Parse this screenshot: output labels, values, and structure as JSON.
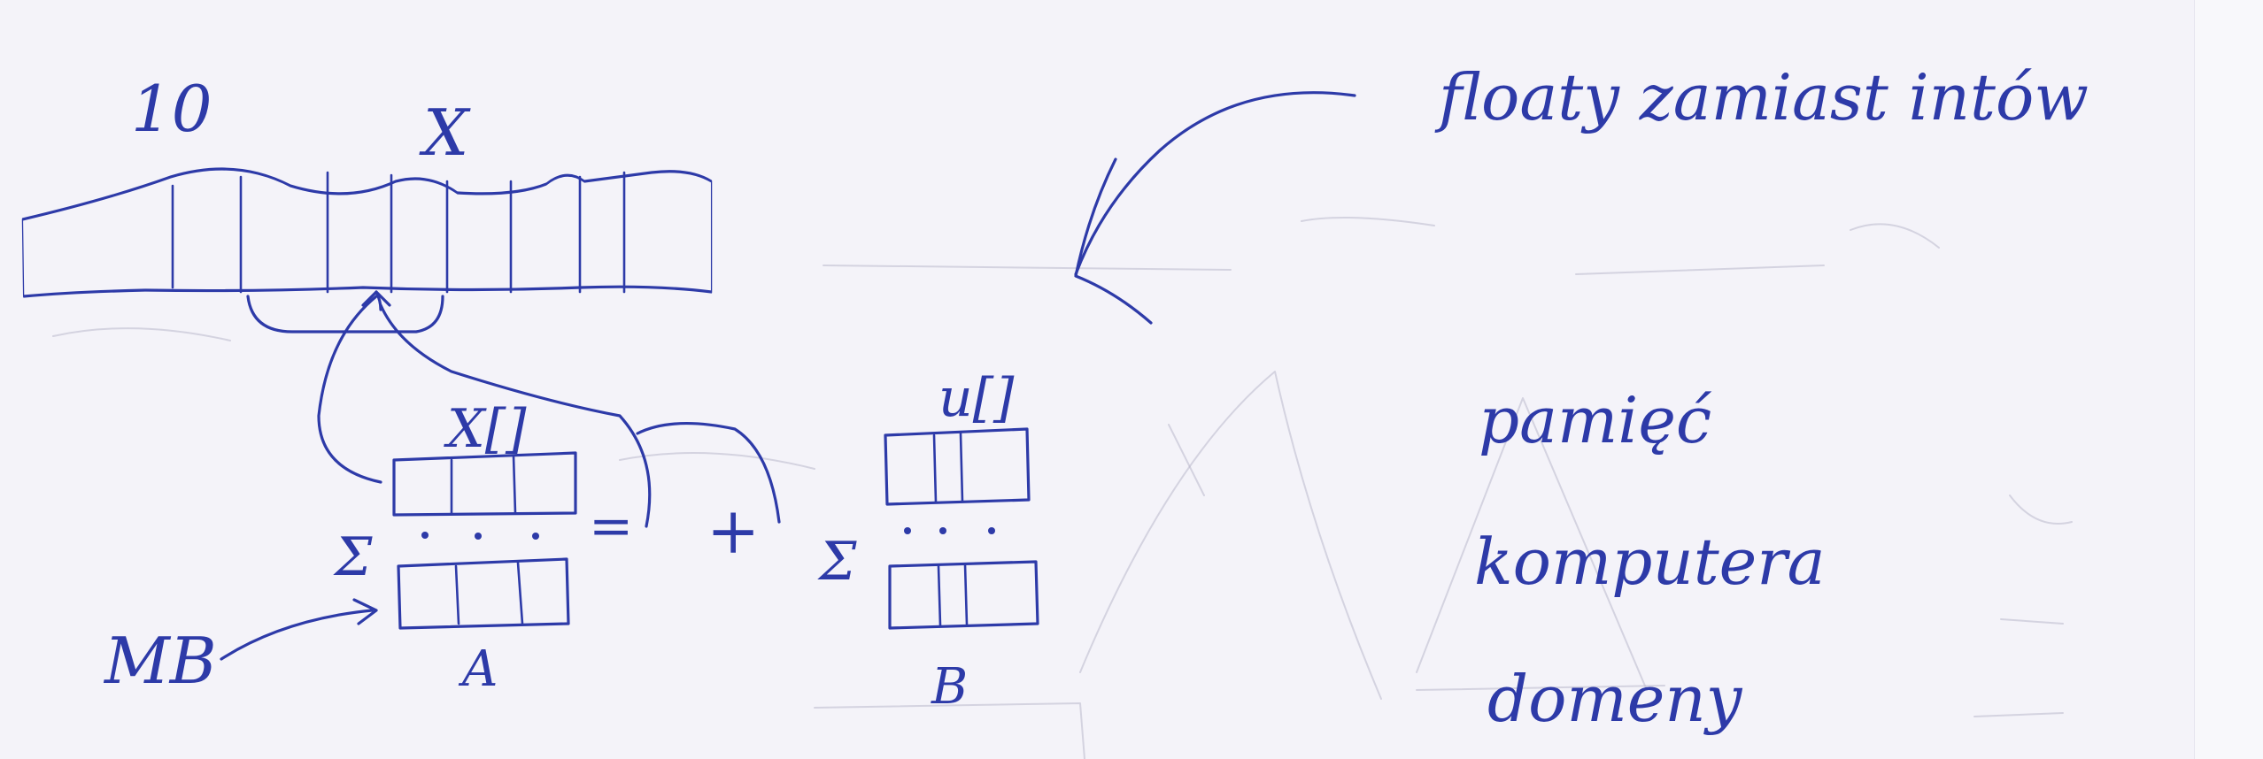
{
  "labels": {
    "ten": "10",
    "x_top": "X",
    "x_bracket": "X[]",
    "u_bracket": "u[]",
    "a_label": "A",
    "b_label": "B",
    "mb_label": "MB",
    "sigma": "Σ",
    "plus": "+",
    "equals": "="
  },
  "notes": {
    "line1": "floaty zamiast intów",
    "line2": "pamięć",
    "line3": "komputera",
    "line4": "domeny"
  },
  "colors": {
    "ink": "#2d3aa8",
    "paper": "#f4f3f9",
    "bleed": "#b9b8cc"
  }
}
